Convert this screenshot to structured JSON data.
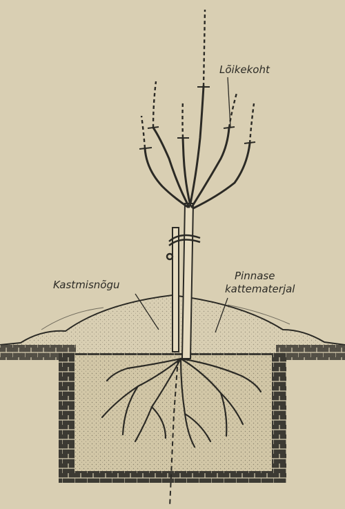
{
  "labels": {
    "cut_point": "Lõikekoht",
    "watering_hollow": "Kastmisnõgu",
    "mulch_line1": "Pinnase",
    "mulch_line2": "kattematerjal"
  },
  "colors": {
    "paper": "#d9cfb3",
    "ink": "#2b2a25",
    "soil_fill": "#cfc3a2"
  }
}
